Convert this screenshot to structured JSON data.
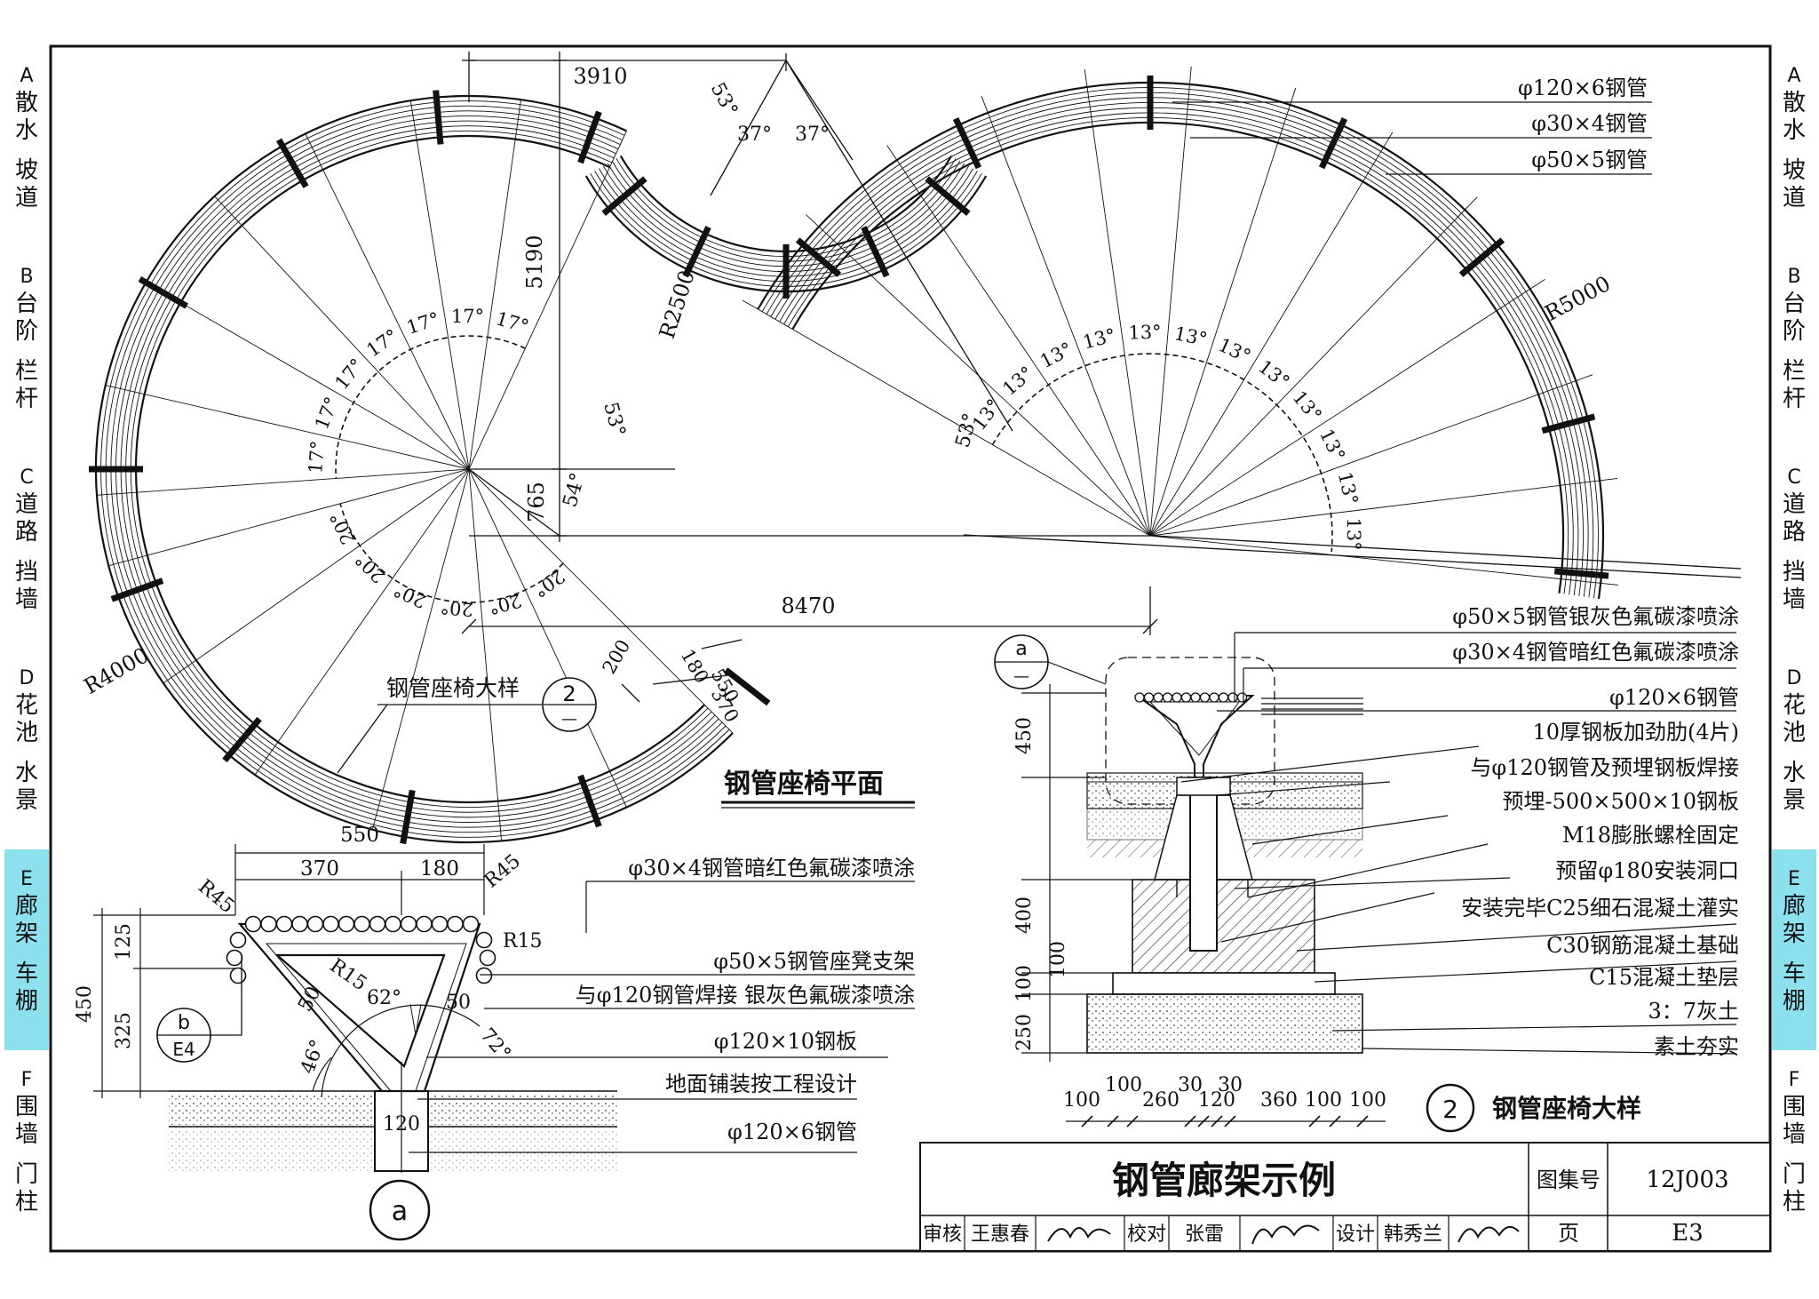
{
  "sidebar": {
    "items": [
      {
        "letter": "A",
        "lines": [
          "散",
          "水",
          "",
          "坡",
          "道"
        ]
      },
      {
        "letter": "B",
        "lines": [
          "台",
          "阶",
          "",
          "栏",
          "杆"
        ]
      },
      {
        "letter": "C",
        "lines": [
          "道",
          "路",
          "",
          "挡",
          "墙"
        ]
      },
      {
        "letter": "D",
        "lines": [
          "花",
          "池",
          "",
          "水",
          "景"
        ]
      },
      {
        "letter": "E",
        "lines": [
          "廊",
          "架",
          "",
          "车",
          "棚"
        ]
      },
      {
        "letter": "F",
        "lines": [
          "围",
          "墙",
          "",
          "门",
          "柱"
        ]
      }
    ],
    "active_index": 4,
    "active_color": "#8de1ee"
  },
  "plan": {
    "title": "钢管座椅平面",
    "detail_ref_label": "钢管座椅大样",
    "detail_ref_num": "2",
    "detail_ref_sheet": "—",
    "dims": {
      "d3910": "3910",
      "d5190": "5190",
      "d765": "765",
      "d8470": "8470",
      "d200": "200",
      "d180": "180",
      "d370": "370",
      "d550": "550"
    },
    "radii": {
      "r2500": "R2500",
      "r4000": "R4000",
      "r5000": "R5000"
    },
    "angles": {
      "a53": "53°",
      "a37": "37°",
      "a17": "17°",
      "a20": "20°",
      "a13": "13°",
      "a54": "54°"
    },
    "legend": [
      "φ120×6钢管",
      "φ30×4钢管",
      "φ50×5钢管"
    ]
  },
  "detail_a": {
    "marker": "a",
    "dims": {
      "d550": "550",
      "d370": "370",
      "d180": "180",
      "d450": "450",
      "d125": "125",
      "d325": "325",
      "r45": "R45",
      "r15": "R15",
      "d50": "50",
      "d120": "120"
    },
    "angles": {
      "a62": "62°",
      "a72": "72°",
      "a46": "46°"
    },
    "section_ref": {
      "letter": "b",
      "sheet": "E4"
    },
    "notes": [
      "φ30×4钢管暗红色氟碳漆喷涂",
      "φ50×5钢管座凳支架",
      "与φ120钢管焊接  银灰色氟碳漆喷涂",
      "φ120×10钢板",
      "地面铺装按工程设计",
      "φ120×6钢管"
    ]
  },
  "detail_2": {
    "marker_letter": "a",
    "marker_sheet": "—",
    "title_num": "2",
    "title": "钢管座椅大样",
    "notes": [
      "φ50×5钢管银灰色氟碳漆喷涂",
      "φ30×4钢管暗红色氟碳漆喷涂",
      "φ120×6钢管",
      "10厚钢板加劲肋(4片)",
      "与φ120钢管及预埋钢板焊接",
      "预埋-500×500×10钢板",
      "M18膨胀螺栓固定",
      "预留φ180安装洞口",
      "安装完毕C25细石混凝土灌实",
      "C30钢筋混凝土基础",
      "C15混凝土垫层",
      "3：7灰土",
      "素土夯实"
    ],
    "vdims": {
      "d450": "450",
      "d400": "400",
      "d100a": "100",
      "d100b": "100",
      "d250": "250"
    },
    "hdims": [
      "100",
      "100",
      "260",
      "30",
      "120",
      "30",
      "360",
      "100",
      "100"
    ]
  },
  "title_block": {
    "title": "钢管廊架示例",
    "atlas_label": "图集号",
    "atlas_no": "12J003",
    "page_label": "页",
    "page_no": "E3",
    "review_label": "审核",
    "reviewer": "王惠春",
    "check_label": "校对",
    "checker": "张雷",
    "design_label": "设计",
    "designer": "韩秀兰"
  }
}
